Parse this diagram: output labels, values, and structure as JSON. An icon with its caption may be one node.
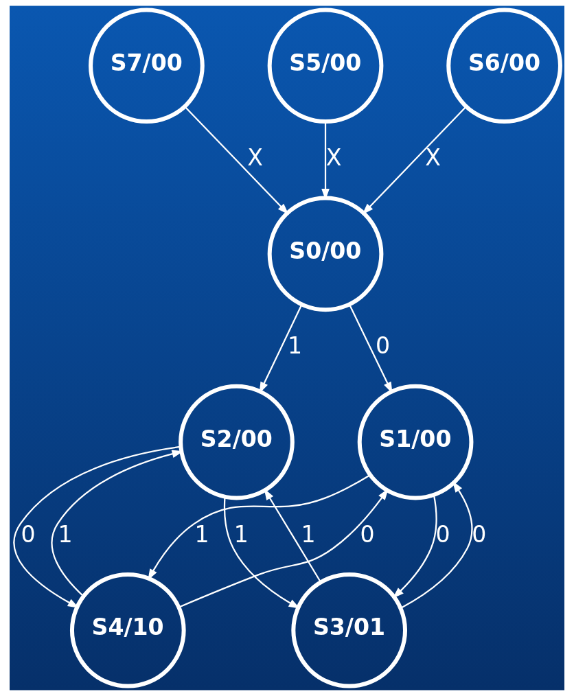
{
  "diagram": {
    "nodes": [
      {
        "text": [
          "S7/00"
        ]
      },
      {
        "text": [
          "S5/00"
        ]
      },
      {
        "text": [
          "S6/00"
        ]
      },
      {
        "text": [
          "S0/00"
        ]
      },
      {
        "text": [
          "S2/00"
        ]
      },
      {
        "text": [
          "S1/00"
        ]
      },
      {
        "text": [
          "S4/10"
        ]
      },
      {
        "text": [
          "S3/01"
        ]
      }
    ],
    "edges": [
      {
        "from": 1,
        "to": 3,
        "arrow": "to",
        "label": "X"
      },
      {
        "from": 0,
        "to": 3,
        "arrow": "to",
        "label": "X"
      },
      {
        "from": 2,
        "to": 3,
        "arrow": "to",
        "label": "X"
      },
      {
        "from": 3,
        "to": 4,
        "arrow": "to",
        "label": "1"
      },
      {
        "from": 3,
        "to": 5,
        "arrow": "to",
        "label": "0"
      },
      {
        "from": 6,
        "to": 5,
        "arrow": "to",
        "label": "0"
      },
      {
        "from": 4,
        "to": 7,
        "arrow": "to",
        "label": "1"
      },
      {
        "from": 6,
        "to": 4,
        "arrow": "to",
        "label": "1"
      },
      {
        "from": 4,
        "to": 6,
        "arrow": "to",
        "label": "0"
      },
      {
        "from": 7,
        "to": 4,
        "arrow": "to",
        "label": "1"
      },
      {
        "from": 5,
        "to": 6,
        "arrow": "to",
        "label": "1"
      },
      {
        "from": 5,
        "to": 7,
        "arrow": "to",
        "label": "0"
      },
      {
        "from": 7,
        "to": 5,
        "arrow": "to",
        "label": "0"
      }
    ]
  }
}
